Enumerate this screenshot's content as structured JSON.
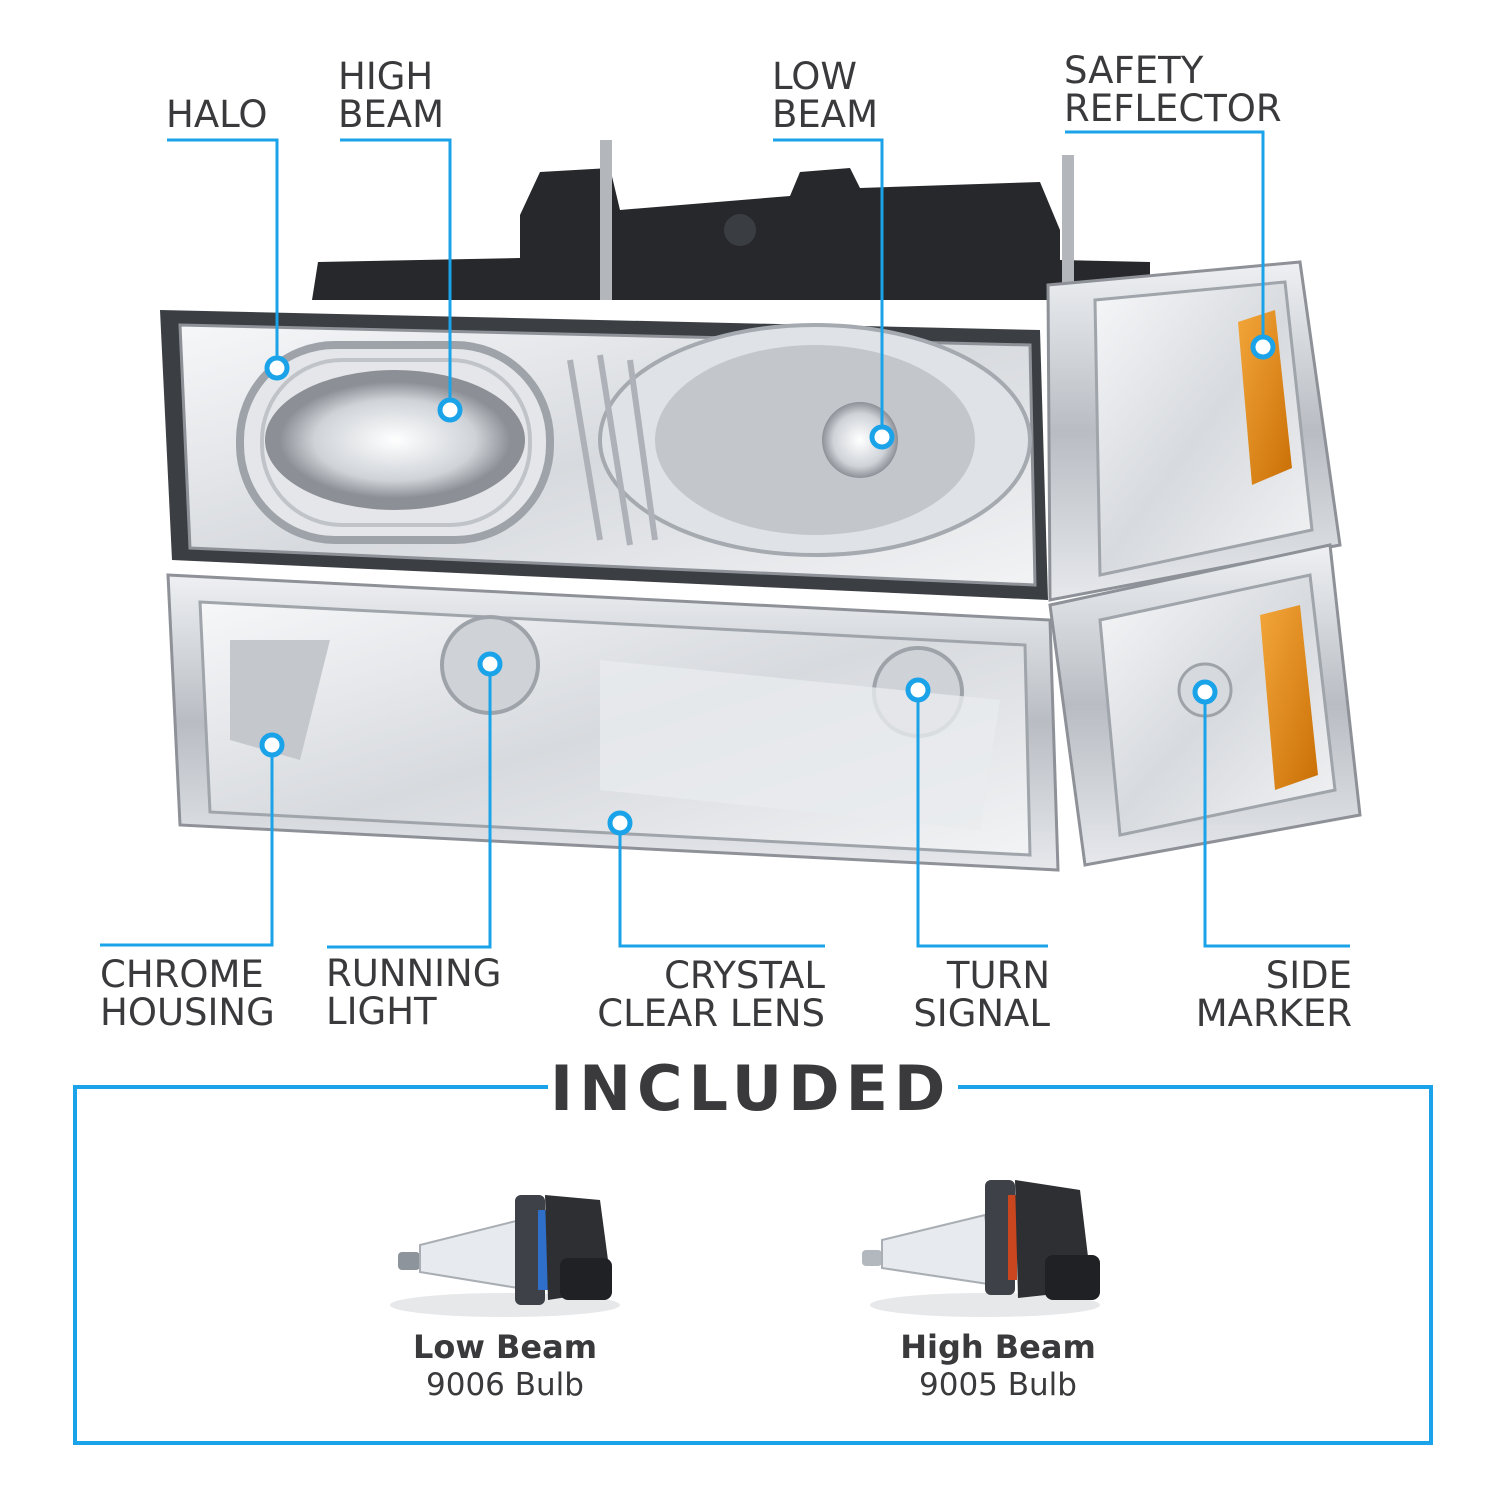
{
  "callouts": {
    "halo": [
      "HALO"
    ],
    "high_beam": [
      "HIGH",
      "BEAM"
    ],
    "low_beam": [
      "LOW",
      "BEAM"
    ],
    "safety_reflector": [
      "SAFETY",
      "REFLECTOR"
    ],
    "chrome_housing": [
      "CHROME",
      "HOUSING"
    ],
    "running_light": [
      "RUNNING",
      "LIGHT"
    ],
    "crystal_clear_lens": [
      "CRYSTAL",
      "CLEAR LENS"
    ],
    "turn_signal": [
      "TURN",
      "SIGNAL"
    ],
    "side_marker": [
      "SIDE",
      "MARKER"
    ]
  },
  "included": {
    "title": "INCLUDED",
    "items": [
      {
        "name": "Low Beam",
        "bulb": "9006 Bulb"
      },
      {
        "name": "High Beam",
        "bulb": "9005 Bulb"
      }
    ]
  },
  "colors": {
    "accent": "#1aa3e8",
    "text": "#3a3a3c",
    "amber": "#e08a12",
    "chrome": "#c9ccd1",
    "housing_dark": "#2b2d30"
  },
  "icon_names": [
    "headlight-assembly-illustration",
    "bulb-9006-illustration",
    "bulb-9005-illustration"
  ]
}
